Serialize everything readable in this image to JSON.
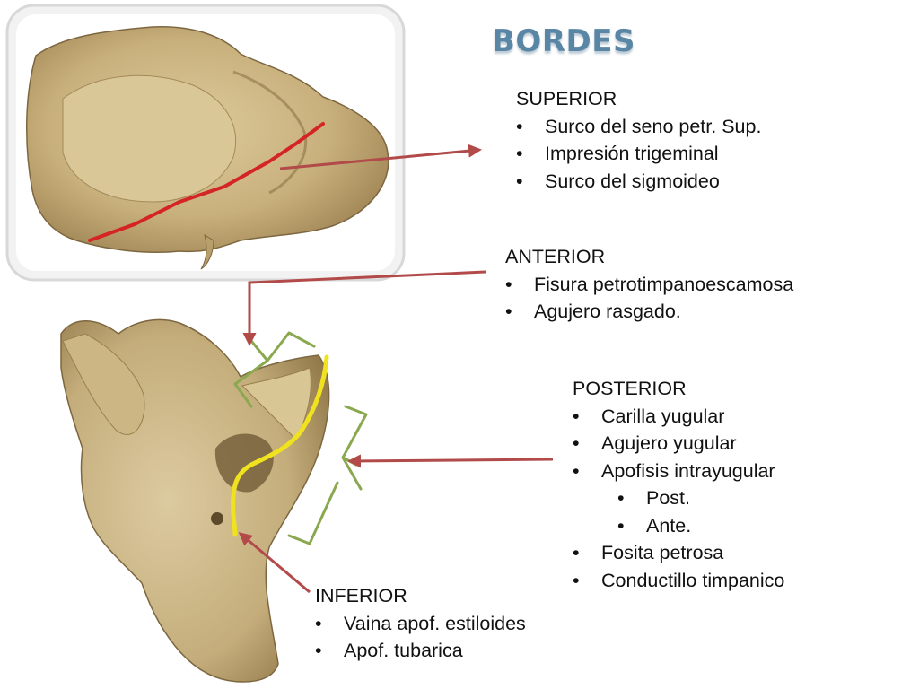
{
  "title": "BORDES",
  "sections": {
    "superior": {
      "heading": "SUPERIOR",
      "items": [
        "Surco del seno petr. Sup.",
        "Impresión trigeminal",
        "Surco del sigmoideo"
      ]
    },
    "anterior": {
      "heading": "ANTERIOR",
      "items": [
        "Fisura petrotimpanoescamosa",
        "Agujero rasgado."
      ]
    },
    "posterior": {
      "heading": "POSTERIOR",
      "items": [
        "Carilla yugular",
        "Agujero yugular",
        "Apofisis intrayugular",
        "Post.",
        "Ante.",
        "Fosita petrosa",
        "Conductillo timpanico"
      ]
    },
    "inferior": {
      "heading": "INFERIOR",
      "items": [
        "Vaina apof. estiloides",
        "Apof. tubarica"
      ]
    }
  },
  "colors": {
    "title": "#5a86a6",
    "arrow": "#b24a4a",
    "red_line": "#d42424",
    "yellow_line": "#f0e21e",
    "bracket": "#8aa84f",
    "bone": "#cdb98a",
    "bone_dark": "#8c7446"
  }
}
